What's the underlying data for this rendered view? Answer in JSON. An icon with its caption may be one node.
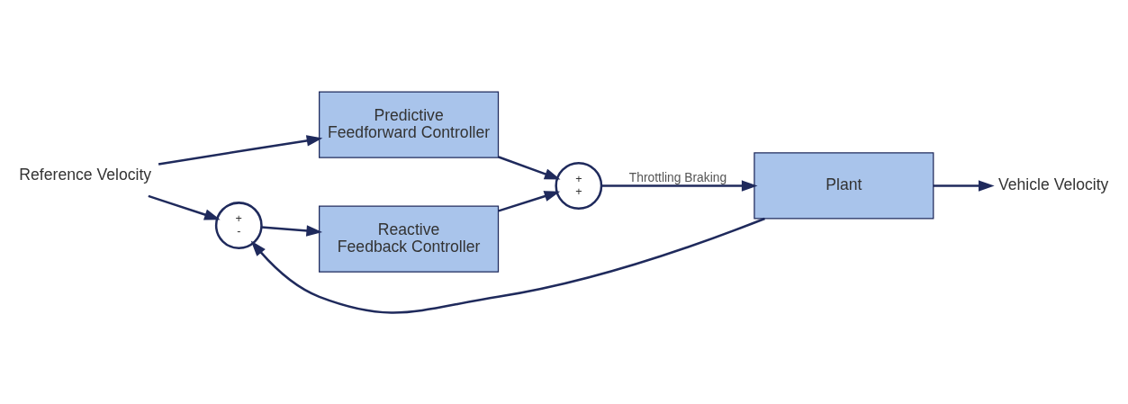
{
  "diagram": {
    "nodes": [
      {
        "text": [
          "Reference Velocity"
        ]
      },
      {
        "text": [
          "Predictive",
          "Feedforward Controller"
        ]
      },
      {
        "text": [
          "+",
          "-"
        ]
      },
      {
        "text": [
          "Reactive",
          "Feedback Controller"
        ]
      },
      {
        "text": [
          "+",
          "+"
        ]
      },
      {
        "text": [
          "Plant"
        ]
      },
      {
        "text": [
          "Vehicle Velocity"
        ]
      }
    ],
    "edges": [
      {
        "from": 0,
        "to": 1,
        "arrow": "to"
      },
      {
        "from": 0,
        "to": 2,
        "arrow": "to"
      },
      {
        "from": 2,
        "to": 3,
        "arrow": "to"
      },
      {
        "from": 1,
        "to": 4,
        "arrow": "to"
      },
      {
        "from": 3,
        "to": 4,
        "arrow": "to"
      },
      {
        "from": 4,
        "to": 5,
        "label": "Throttling Braking",
        "arrow": "to"
      },
      {
        "from": 5,
        "to": 6,
        "arrow": "to"
      },
      {
        "from": 5,
        "to": 2,
        "arrow": "to"
      }
    ]
  }
}
